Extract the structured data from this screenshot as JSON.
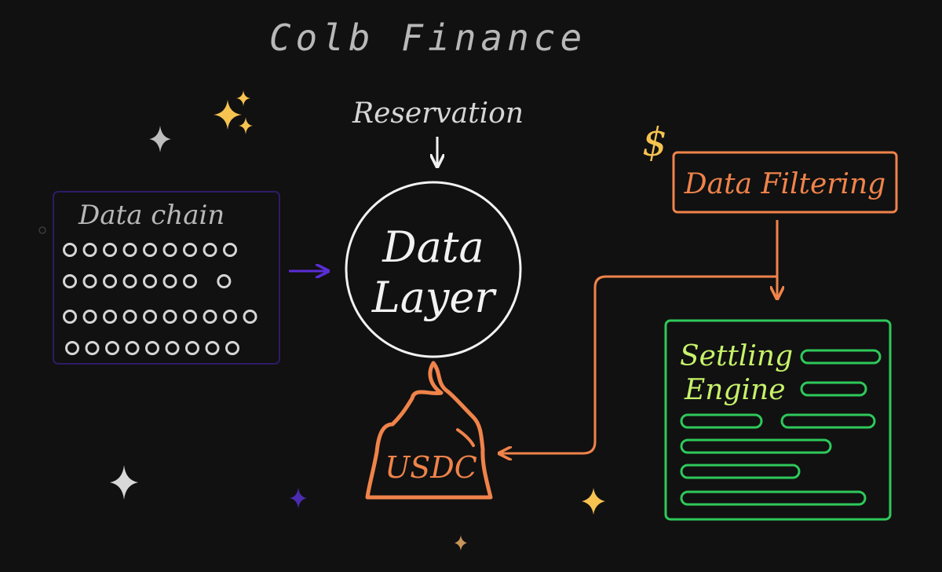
{
  "title": "Colb Finance",
  "reservation_label": "Reservation",
  "center_node": {
    "line1": "Data",
    "line2": "Layer"
  },
  "data_chain": {
    "label": "Data chain",
    "rows": [
      9,
      8,
      10,
      9
    ]
  },
  "filter_box": {
    "label": "Data Filtering",
    "currency_symbol": "$"
  },
  "usdc_label": "USDC",
  "settling_engine": {
    "line1": "Settling",
    "line2": "Engine"
  },
  "colors": {
    "background": "#111111",
    "title": "#b8b8b8",
    "white": "#f2f2f2",
    "purple": "#5a2dd6",
    "chain_border": "#2e1b66",
    "orange": "#f0834a",
    "green": "#2ec95a",
    "green_text": "#c7f26a",
    "gold": "#f6c350",
    "silver": "#bdbdbd"
  }
}
